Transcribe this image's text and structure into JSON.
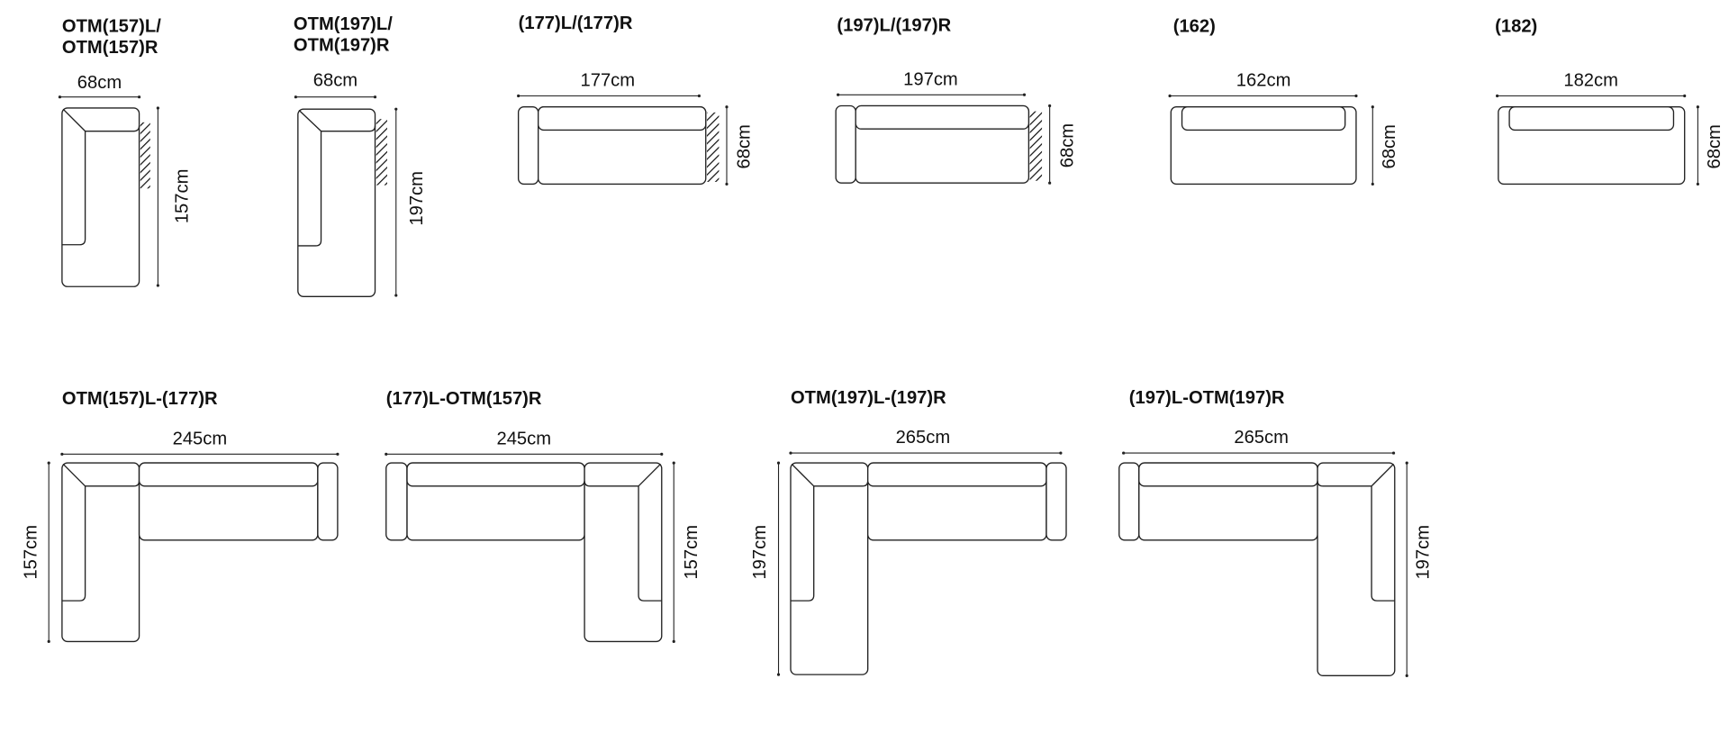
{
  "modules": [
    {
      "title1": "OTM(157)L/",
      "title2": "OTM(157)R",
      "width": "68cm",
      "depth": "157cm"
    },
    {
      "title1": "OTM(197)L/",
      "title2": "OTM(197)R",
      "width": "68cm",
      "depth": "197cm"
    },
    {
      "title1": "(177)L/(177)R",
      "width": "177cm",
      "depth": "68cm"
    },
    {
      "title1": "(197)L/(197)R",
      "width": "197cm",
      "depth": "68cm"
    },
    {
      "title1": "(162)",
      "width": "162cm",
      "depth": "68cm"
    },
    {
      "title1": "(182)",
      "width": "182cm",
      "depth": "68cm"
    }
  ],
  "combinations": [
    {
      "title": "OTM(157)L-(177)R",
      "width": "245cm",
      "depth": "157cm"
    },
    {
      "title": "(177)L-OTM(157)R",
      "width": "245cm",
      "depth": "157cm"
    },
    {
      "title": "OTM(197)L-(197)R",
      "width": "265cm",
      "depth": "197cm"
    },
    {
      "title": "(197)L-OTM(197)R",
      "width": "265cm",
      "depth": "197cm"
    }
  ]
}
